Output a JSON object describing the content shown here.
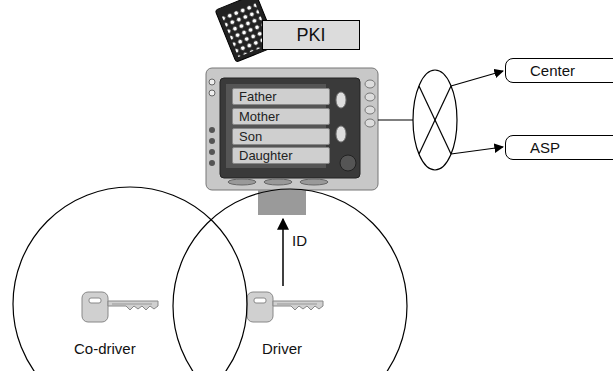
{
  "diagram": {
    "nodes": [
      {
        "text": [
          "PKI"
        ]
      },
      {
        "text": [
          "Father"
        ]
      },
      {
        "text": [
          "Mother"
        ]
      },
      {
        "text": [
          "Son"
        ]
      },
      {
        "text": [
          "Daughter"
        ]
      },
      {
        "text": [
          "Center"
        ]
      },
      {
        "text": [
          "ASP"
        ]
      },
      {
        "text": [
          "Co-driver"
        ]
      },
      {
        "text": [
          "Driver"
        ]
      }
    ],
    "labels": [
      "ID"
    ]
  }
}
